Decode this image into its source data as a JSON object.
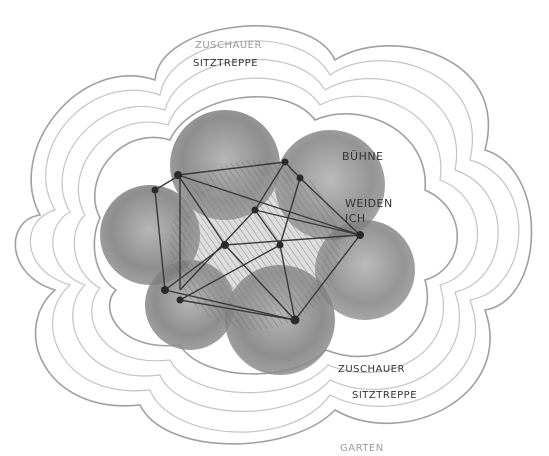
{
  "labels": {
    "top_spectators": "ZUSCHAUER",
    "top_stairs": "SITZTREPPE",
    "stage": "BÜHNE",
    "willow_line1": "WEIDEN",
    "willow_line2": "ICH",
    "bottom_spectators": "ZUSCHAUER",
    "bottom_stairs": "SITZTREPPE",
    "garden": "GARTEN"
  },
  "colors": {
    "pencil_dark": "#3a3a3a",
    "pencil_mid": "#7d7d7d",
    "pencil_light": "#b8b8b8",
    "lobe_fill": "#8c8c8c",
    "paper": "#ffffff"
  }
}
